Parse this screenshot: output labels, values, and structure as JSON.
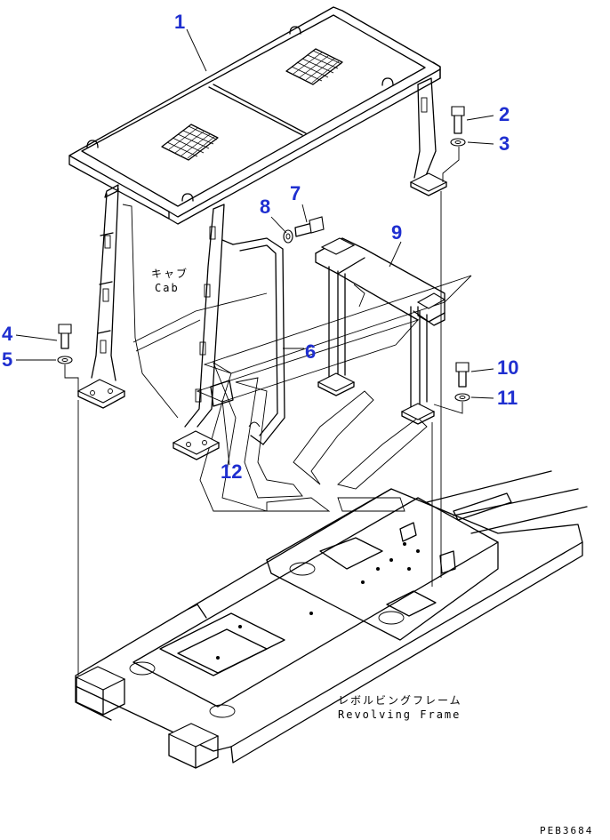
{
  "callouts": [
    "1",
    "2",
    "3",
    "4",
    "5",
    "6",
    "7",
    "8",
    "9",
    "10",
    "11",
    "12"
  ],
  "labels": {
    "cab_jp": "キャブ",
    "cab_en": "Cab",
    "frame_jp": "レボルビングフレーム",
    "frame_en": "Revolving Frame"
  },
  "drawing_code": "PEB3684",
  "colors": {
    "callout": "#1f2fd0",
    "line": "#000000",
    "background": "#ffffff"
  }
}
